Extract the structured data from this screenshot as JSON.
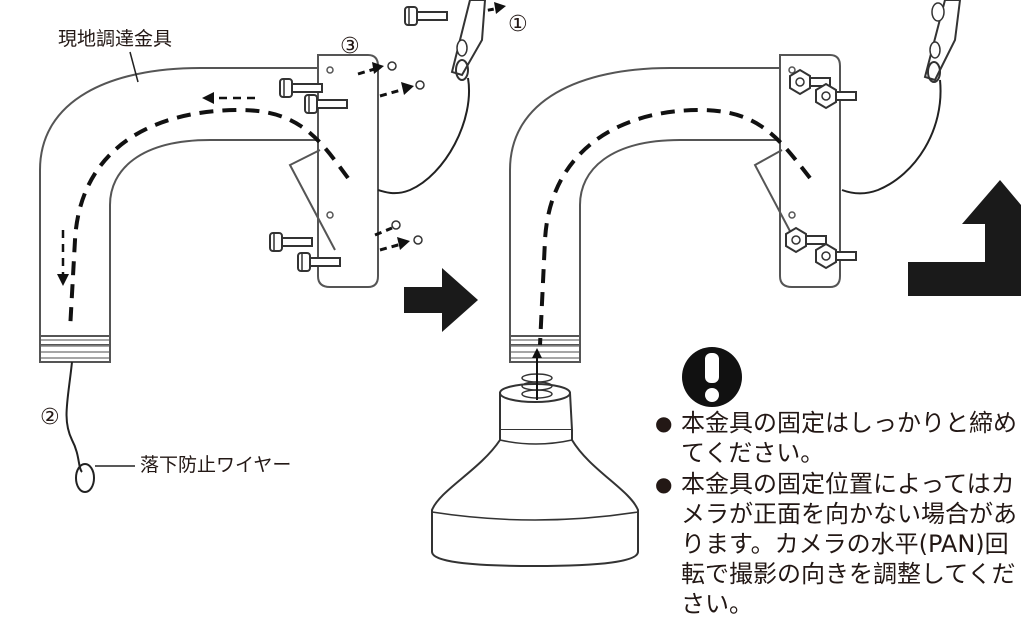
{
  "labels": {
    "bracket": "現地調達金具",
    "wire": "落下防止ワイヤー"
  },
  "steps": {
    "step1": "①",
    "step2": "②",
    "step3": "③"
  },
  "notes": {
    "bullet": "●",
    "items": [
      "本金具の固定はしっかりと締めてください。",
      "本金具の固定位置によってはカメラが正面を向かない場合があります。カメラの水平(PAN)回転で撮影の向きを調整してください。"
    ]
  },
  "icons": {
    "warning": "exclamation-warning-icon",
    "next_step": "right-arrow-icon",
    "continue": "up-turn-arrow-icon"
  },
  "colors": {
    "ink": "#231815",
    "outline": "#555555",
    "fill": "#ffffff",
    "arrow": "#1a1a1a"
  }
}
